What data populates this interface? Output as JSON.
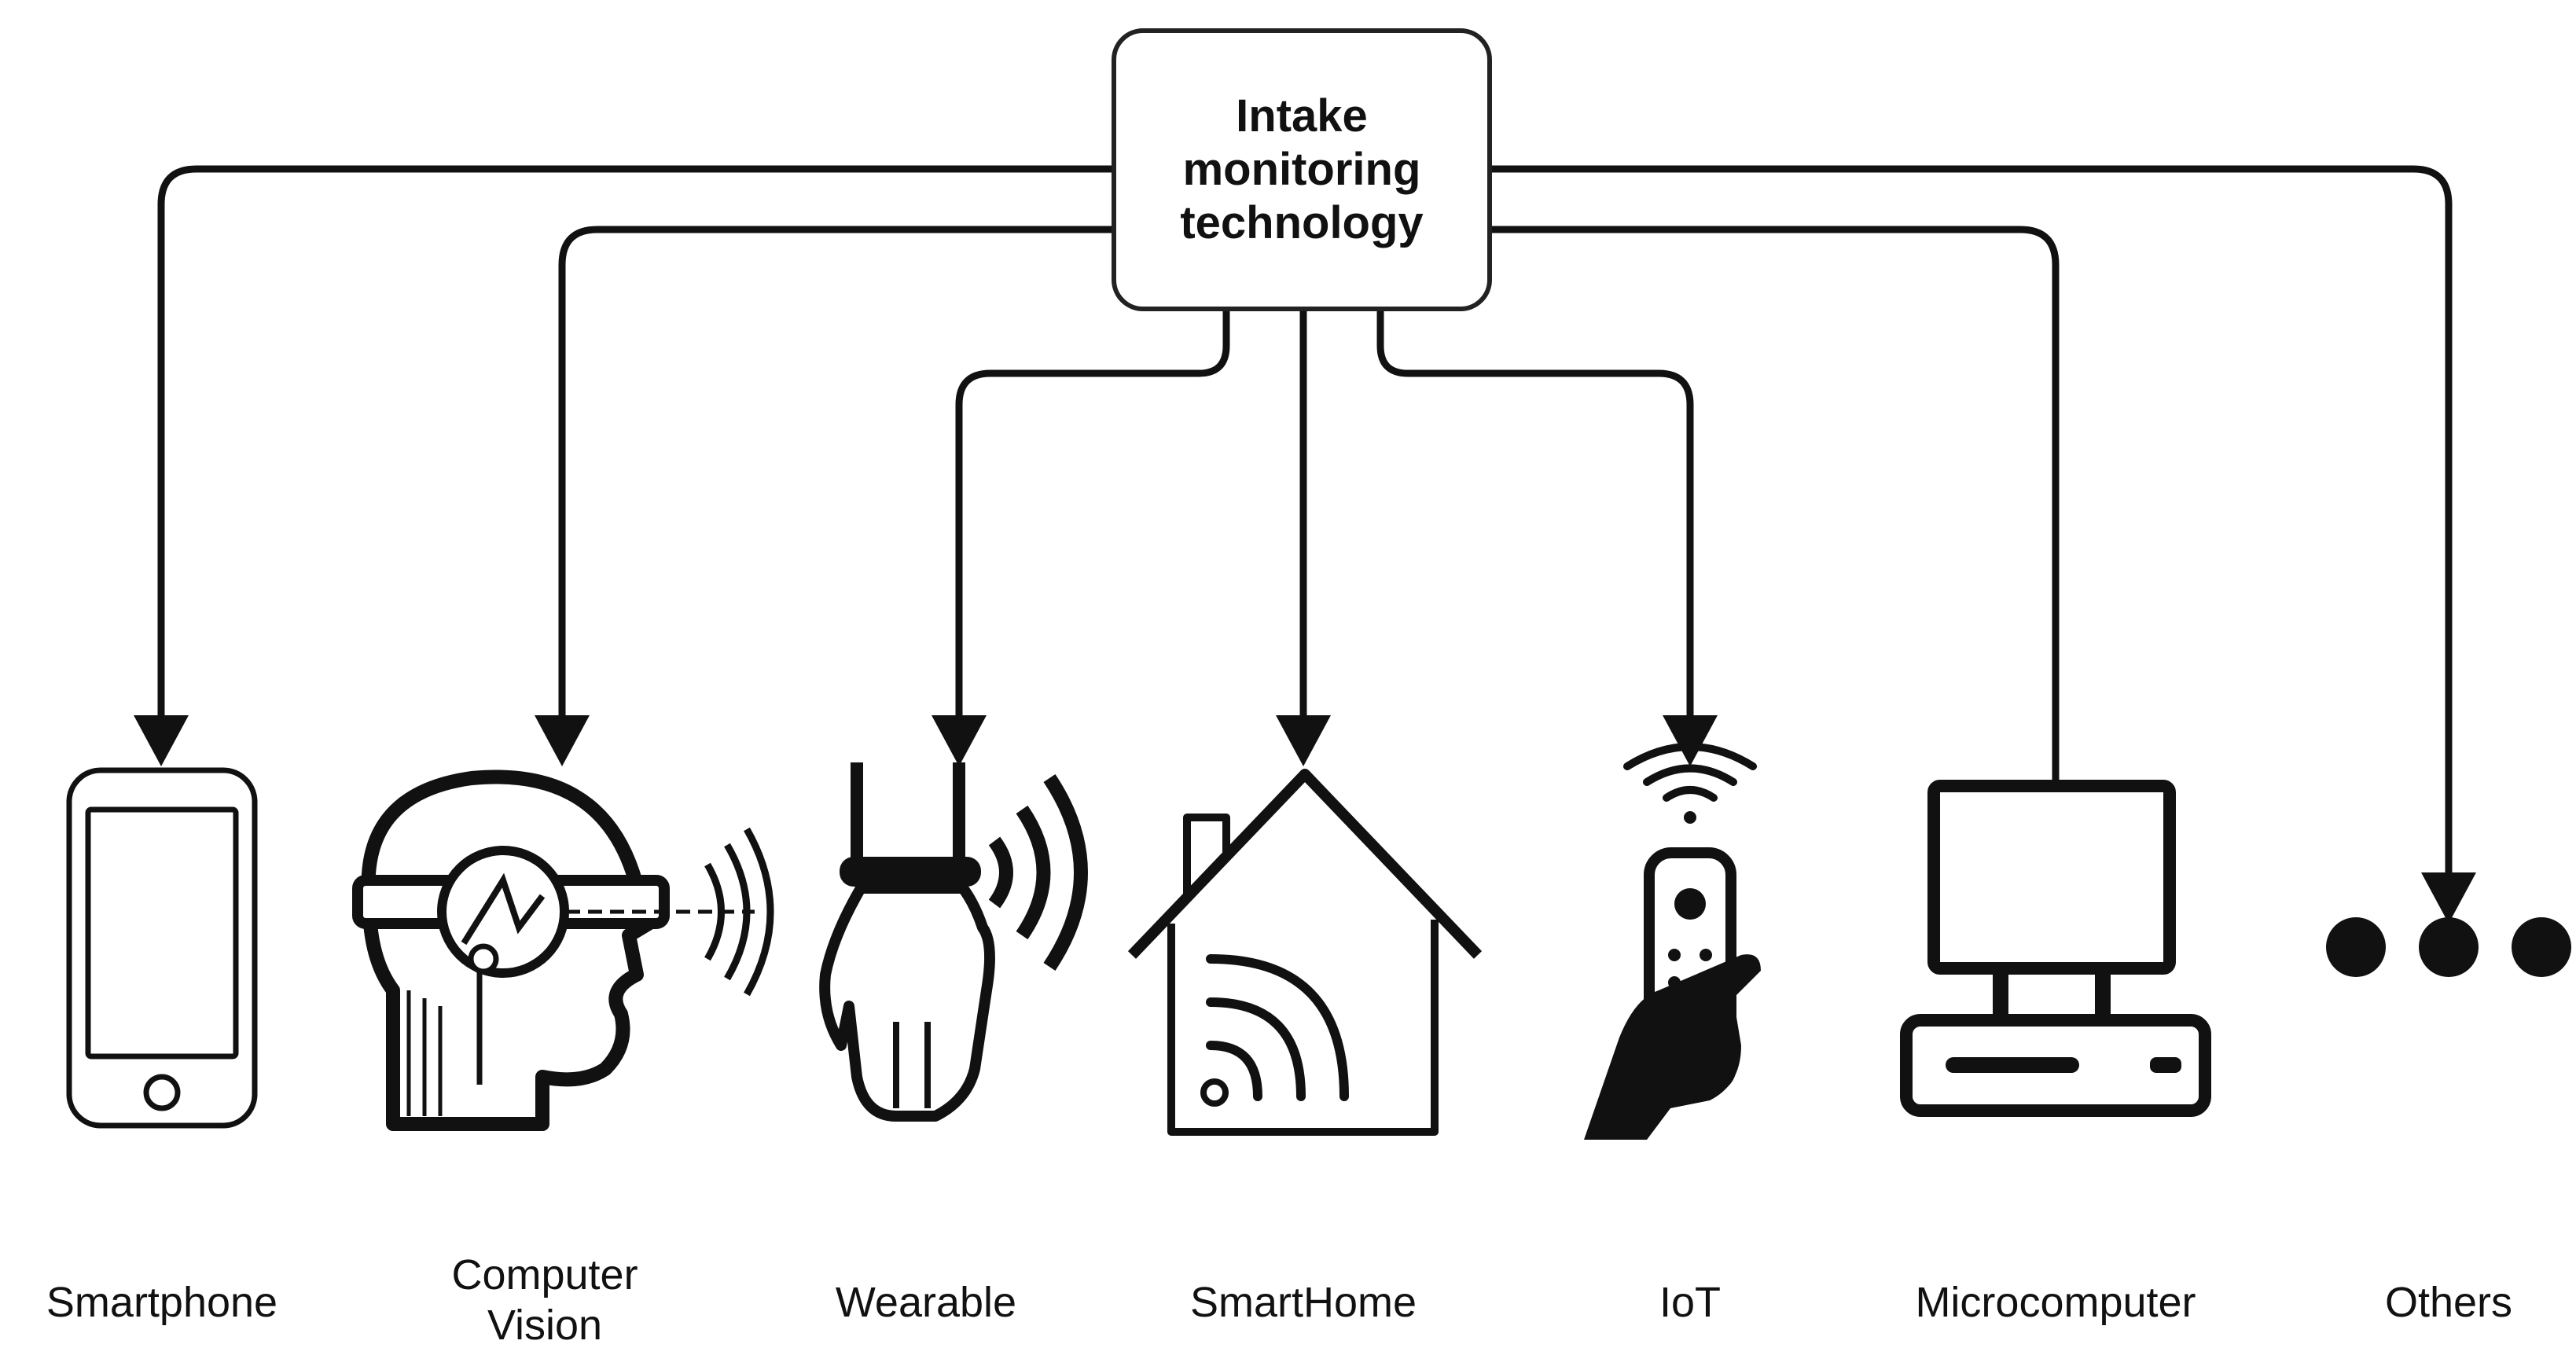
{
  "center": {
    "title": "Intake\nmonitoring\ntechnology"
  },
  "categories": [
    {
      "label": "Smartphone",
      "icon": "smartphone-icon"
    },
    {
      "label": "Computer\nVision",
      "icon": "computer-vision-head-icon"
    },
    {
      "label": "Wearable",
      "icon": "wearable-wrist-icon"
    },
    {
      "label": "SmartHome",
      "icon": "smart-home-icon"
    },
    {
      "label": "IoT",
      "icon": "iot-remote-icon"
    },
    {
      "label": "Microcomputer",
      "icon": "microcomputer-icon"
    },
    {
      "label": "Others",
      "icon": "ellipsis-icon"
    }
  ],
  "colors": {
    "stroke": "#111111",
    "background": "#ffffff"
  }
}
